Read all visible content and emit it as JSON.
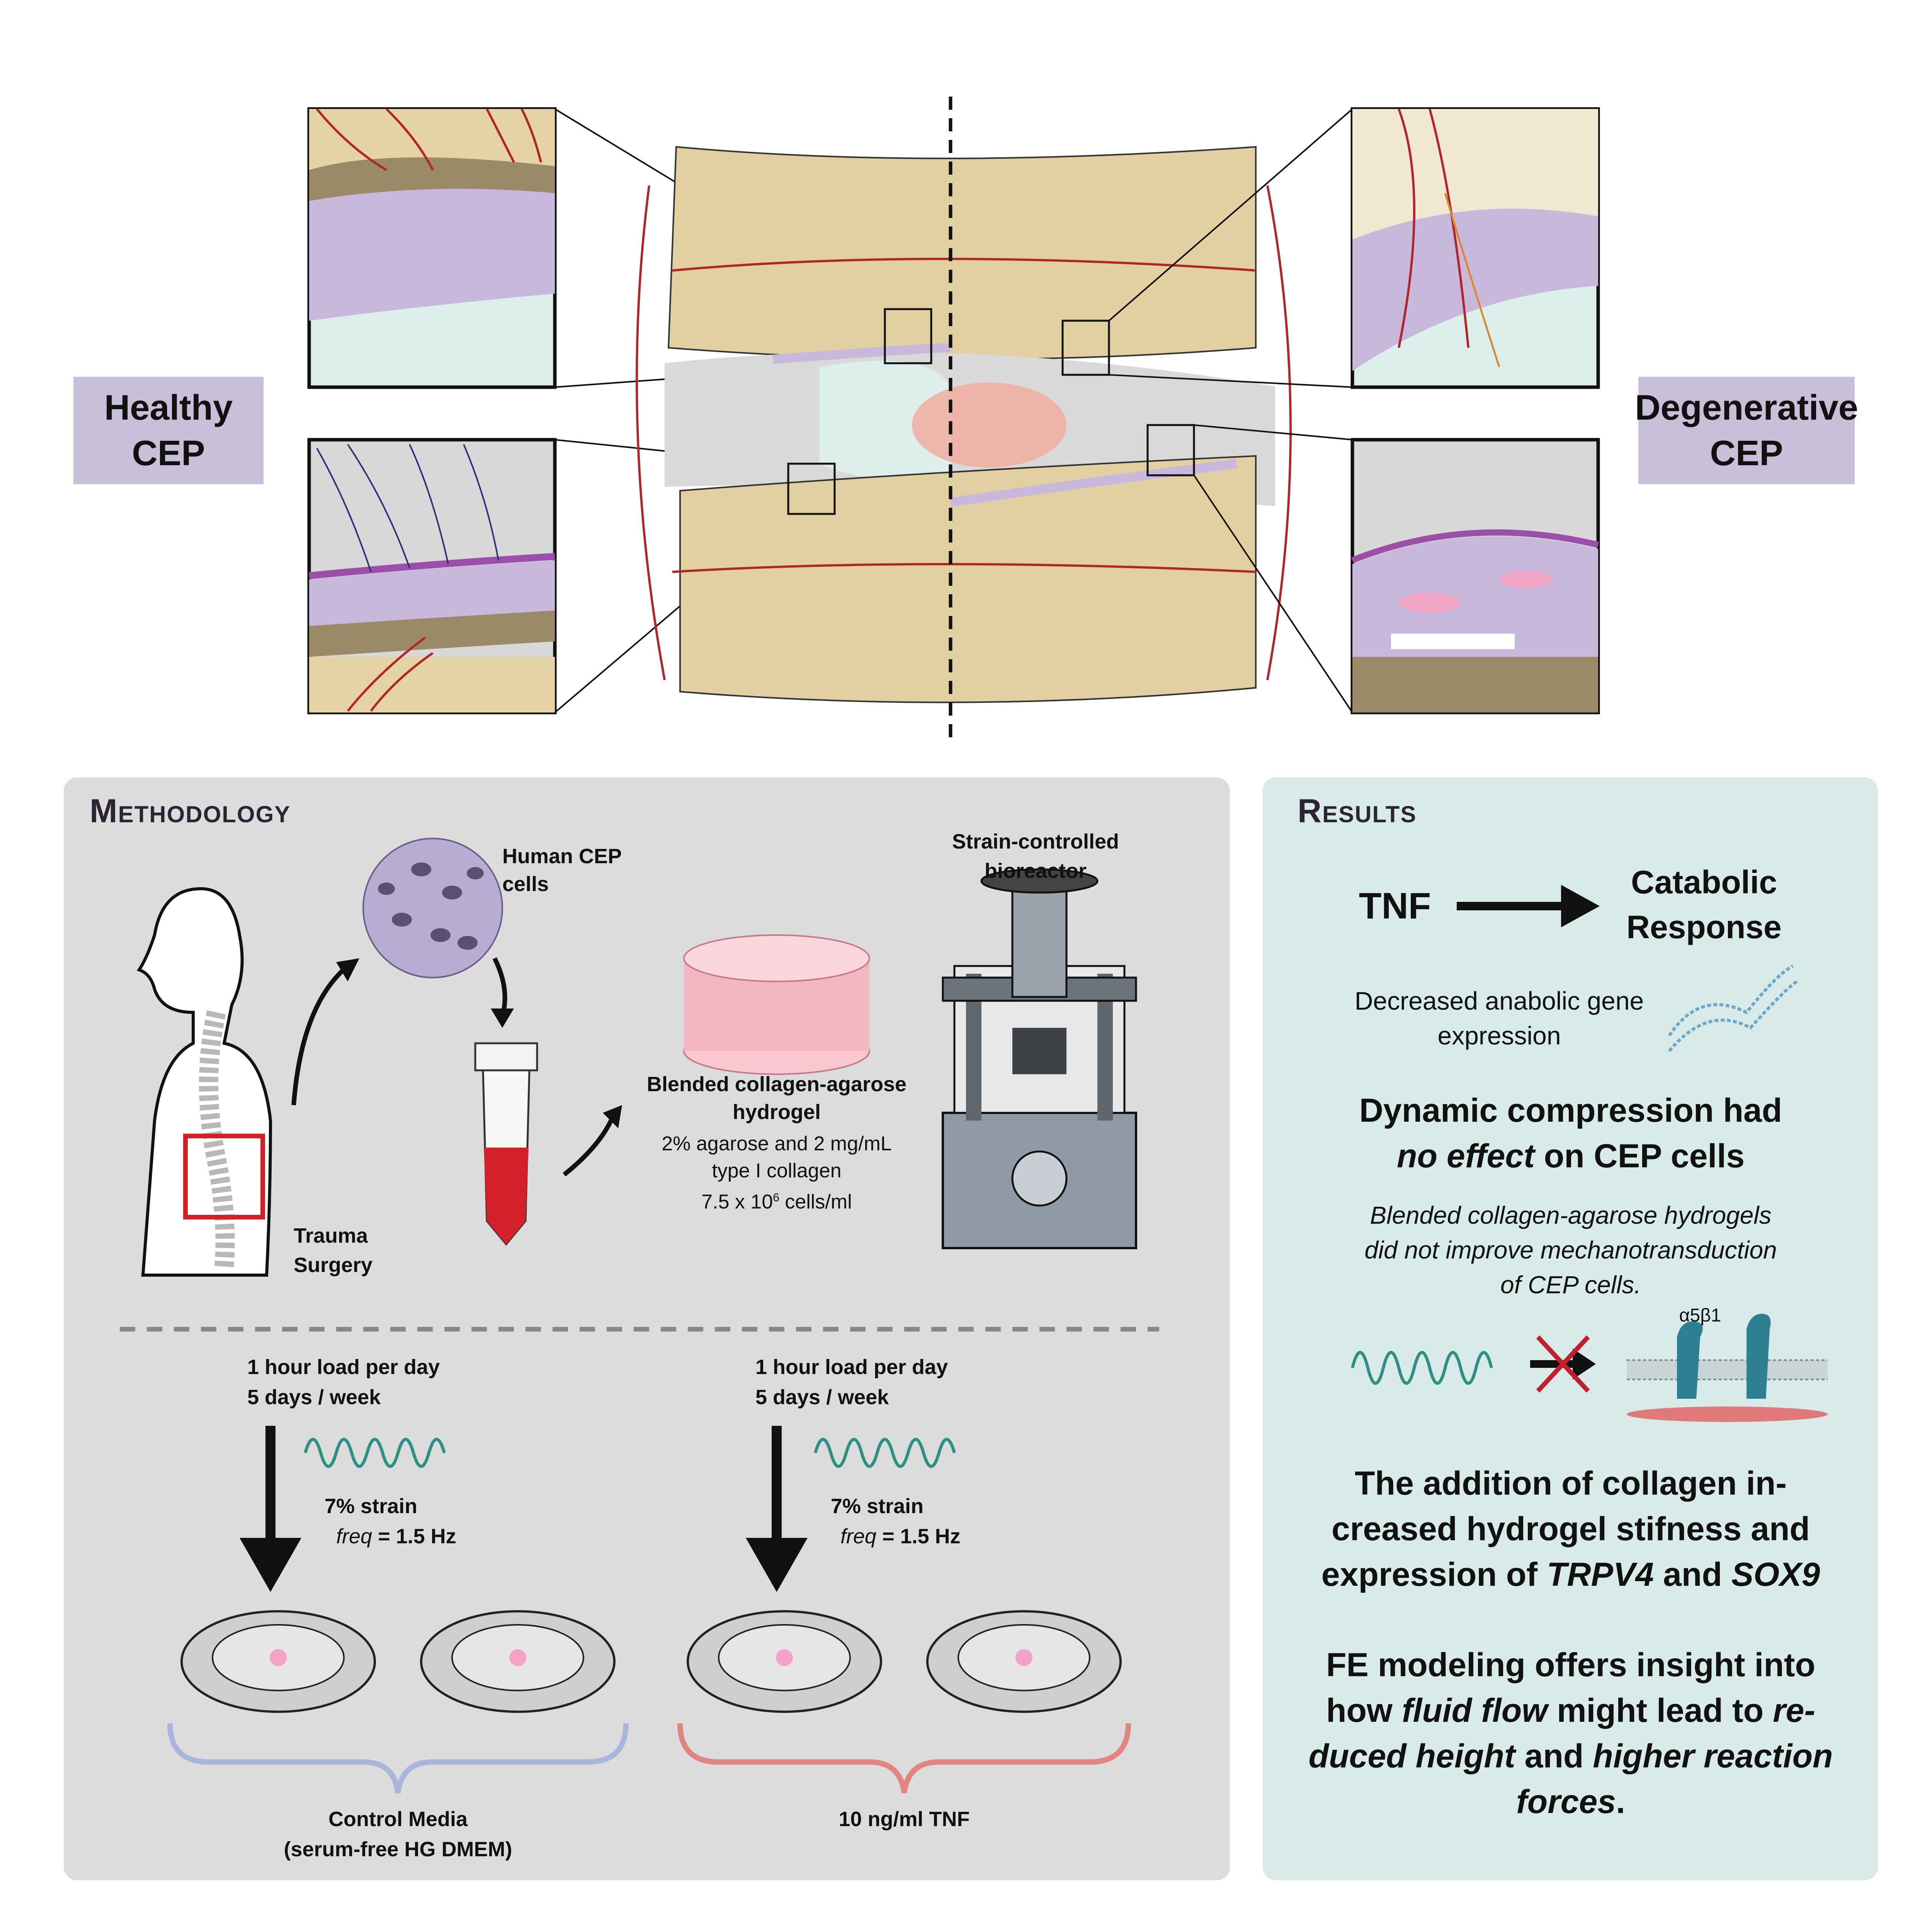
{
  "labels": {
    "healthy": "Healthy CEP",
    "degenerative": "Degenerative CEP"
  },
  "methodology": {
    "title": "Methodology",
    "human_cells": "Human CEP cells",
    "bioreactor": "Strain-controlled bioreactor",
    "trauma": "Trauma Surgery",
    "hydrogel_title": "Blended collagen-agarose hydrogel",
    "hydrogel_l1": "2% agarose and 2 mg/mL",
    "hydrogel_l2": "type I collagen",
    "hydrogel_l3_pre": "7.5 x 10",
    "hydrogel_l3_sup": "6",
    "hydrogel_l3_post": " cells/ml",
    "load_l1": "1 hour load per day",
    "load_l2": "5 days / week",
    "strain": "7% strain",
    "freq_italic": "freq",
    "freq_rest": " = 1.5 Hz",
    "control_l1": "Control Media",
    "control_l2": "(serum-free HG DMEM)",
    "tnf_group": "10 ng/ml TNF"
  },
  "results": {
    "title": "Results",
    "tnf": "TNF",
    "catabolic_l1": "Catabolic",
    "catabolic_l2": "Response",
    "anabolic_l1": "Decreased anabolic gene",
    "anabolic_l2": "expression",
    "dynamic_l1": "Dynamic compression had",
    "dynamic_l2_italic": "no effect",
    "dynamic_l2_rest": " on CEP cells",
    "blend_l1": "Blended collagen-agarose hydrogels",
    "blend_l2": "did not improve mechanotransduction",
    "blend_l3": "of CEP cells.",
    "integrin": "α5β1",
    "coll_l1": "The addition of collagen in-",
    "coll_l2": "creased hydrogel stifness and",
    "coll_l3_pre": "expression of ",
    "coll_l3_i1": "TRPV4",
    "coll_l3_mid": " and ",
    "coll_l3_i2": "SOX9",
    "fe_l1": "FE modeling offers insight into",
    "fe_l2_pre": "how ",
    "fe_l2_i": "fluid flow",
    "fe_l2_mid": " might lead to ",
    "fe_l2_i2": "re-",
    "fe_l3_i": "duced height",
    "fe_l3_mid": " and ",
    "fe_l3_i2": "higher reaction",
    "fe_l4_i": "forces",
    "fe_l4_end": "."
  },
  "colors": {
    "label_purple": "#c9bfd8",
    "method_bg": "#dcdcdc",
    "results_bg": "#d8ebe8",
    "bone": "#e2cfa2",
    "vessel": "#b0262a",
    "cep": "#c7b8dc",
    "nucleus": "#dcefeb",
    "wave": "#2e8f84",
    "brace_blue": "#a9b6db",
    "brace_red": "#e08580"
  }
}
